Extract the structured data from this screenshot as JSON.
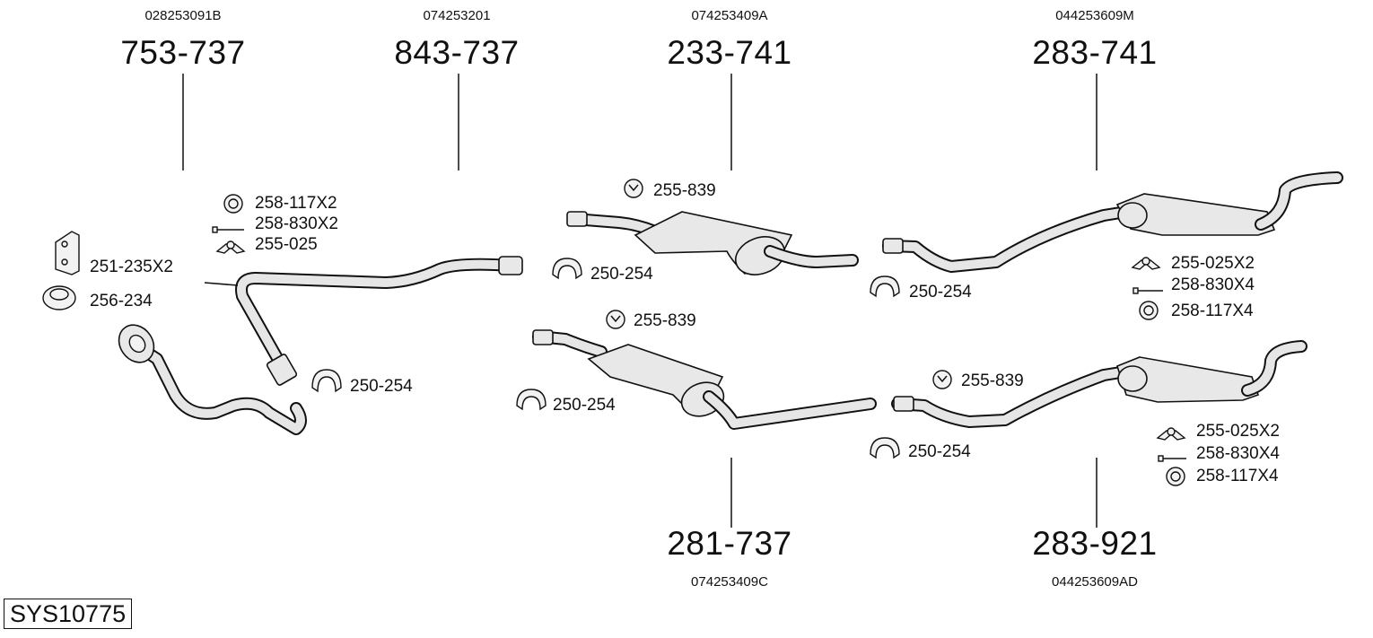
{
  "diagram_id": "SYS10775",
  "parts": [
    {
      "id": "p1",
      "number": "753-737",
      "oem": "028253091B"
    },
    {
      "id": "p2",
      "number": "843-737",
      "oem": "074253201"
    },
    {
      "id": "p3",
      "number": "233-741",
      "oem": "074253409A"
    },
    {
      "id": "p4",
      "number": "283-741",
      "oem": "044253609M"
    },
    {
      "id": "p5",
      "number": "281-737",
      "oem": "074253409C"
    },
    {
      "id": "p6",
      "number": "283-921",
      "oem": "044253609AD"
    }
  ],
  "accessories": [
    {
      "label": "258-117X2",
      "icon": "ring-icon"
    },
    {
      "label": "258-830X2",
      "icon": "bolt-icon"
    },
    {
      "label": "255-025",
      "icon": "hanger-icon"
    },
    {
      "label": "251-235X2",
      "icon": "bracket-icon"
    },
    {
      "label": "256-234",
      "icon": "gasket-icon"
    },
    {
      "label": "250-254",
      "icon": "clamp-icon"
    },
    {
      "label": "255-839",
      "icon": "rubber-mount-icon"
    },
    {
      "label": "250-254",
      "icon": "clamp-icon"
    },
    {
      "label": "255-839",
      "icon": "rubber-mount-icon"
    },
    {
      "label": "250-254",
      "icon": "clamp-icon"
    },
    {
      "label": "250-254",
      "icon": "clamp-icon"
    },
    {
      "label": "255-025X2",
      "icon": "hanger-icon"
    },
    {
      "label": "258-830X4",
      "icon": "bolt-icon"
    },
    {
      "label": "258-117X4",
      "icon": "ring-icon"
    },
    {
      "label": "255-839",
      "icon": "rubber-mount-icon"
    },
    {
      "label": "250-254",
      "icon": "clamp-icon"
    },
    {
      "label": "255-025X2",
      "icon": "hanger-icon"
    },
    {
      "label": "258-830X4",
      "icon": "bolt-icon"
    },
    {
      "label": "258-117X4",
      "icon": "ring-icon"
    }
  ]
}
